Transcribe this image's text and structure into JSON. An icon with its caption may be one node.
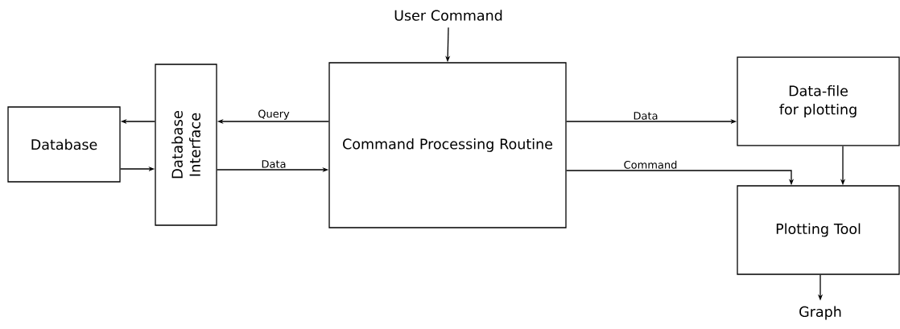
{
  "diagram": {
    "nodes": [
      {
        "text": [
          "Database"
        ]
      },
      {
        "text": [
          "Database Interface"
        ]
      },
      {
        "text": [
          "User Command"
        ]
      },
      {
        "text": [
          "Command Processing Routine"
        ]
      },
      {
        "text": [
          "Data-file for plotting"
        ]
      },
      {
        "text": [
          "Plotting Tool"
        ]
      },
      {
        "text": [
          "Graph"
        ]
      }
    ],
    "edges": [
      {
        "from": 1,
        "to": 0,
        "arrow": "to"
      },
      {
        "from": 0,
        "to": 1,
        "arrow": "to"
      },
      {
        "from": 3,
        "to": 1,
        "arrow": "to",
        "label": "Query"
      },
      {
        "from": 1,
        "to": 3,
        "arrow": "to",
        "label": "Data"
      },
      {
        "from": 2,
        "to": 3,
        "arrow": "to"
      },
      {
        "from": 3,
        "to": 4,
        "arrow": "to",
        "label": "Data"
      },
      {
        "from": 3,
        "to": 5,
        "arrow": "to",
        "label": "Command"
      },
      {
        "from": 4,
        "to": 5,
        "arrow": "to"
      },
      {
        "from": 5,
        "to": 6,
        "arrow": "to"
      }
    ]
  }
}
